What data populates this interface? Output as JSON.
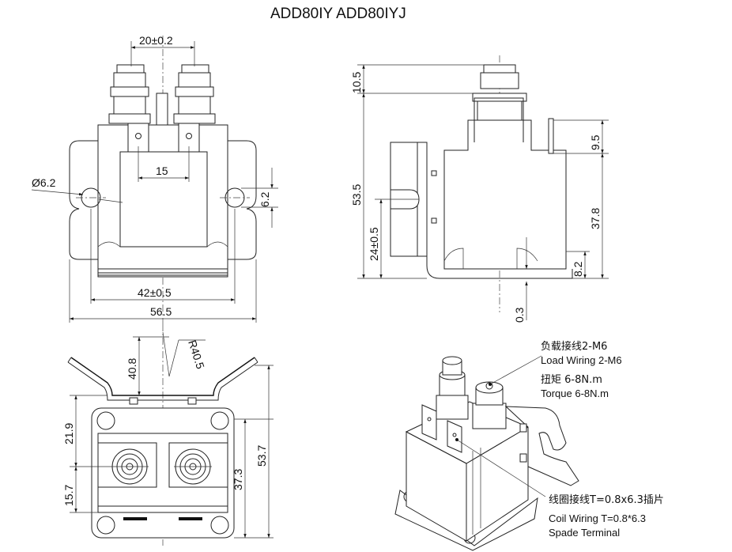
{
  "title": "ADD80IY   ADD80IYJ",
  "front_view": {
    "pitch": "20±0.2",
    "tab_spacing": "15",
    "hole_dia": "Ø6.2",
    "hole_height": "6.2",
    "mount_spacing": "42±0.5",
    "width": "56.5"
  },
  "side_view": {
    "stud_height": "10.5",
    "total_height": "53.5",
    "tab_height": "9.5",
    "body_height": "37.8",
    "slot_height": "24±0.5",
    "base_height": "8.2",
    "base_offset": "0.3"
  },
  "bottom_view": {
    "bracket_height": "40.8",
    "bend_radius": "R40.5",
    "upper_offset": "21.9",
    "lower_offset": "15.7",
    "center_depth": "37.3",
    "overall_depth": "53.7"
  },
  "callouts": {
    "load_cn": "负载接线2-M6",
    "load_en": "Load Wiring 2-M6",
    "torque_cn": "扭矩 6-8N.m",
    "torque_en": "Torque 6-8N.m",
    "coil_cn": "线圈接线T=0.8x6.3插片",
    "coil_en": "Coil Wiring T=0.8*6.3",
    "coil_en2": "Spade Terminal"
  }
}
